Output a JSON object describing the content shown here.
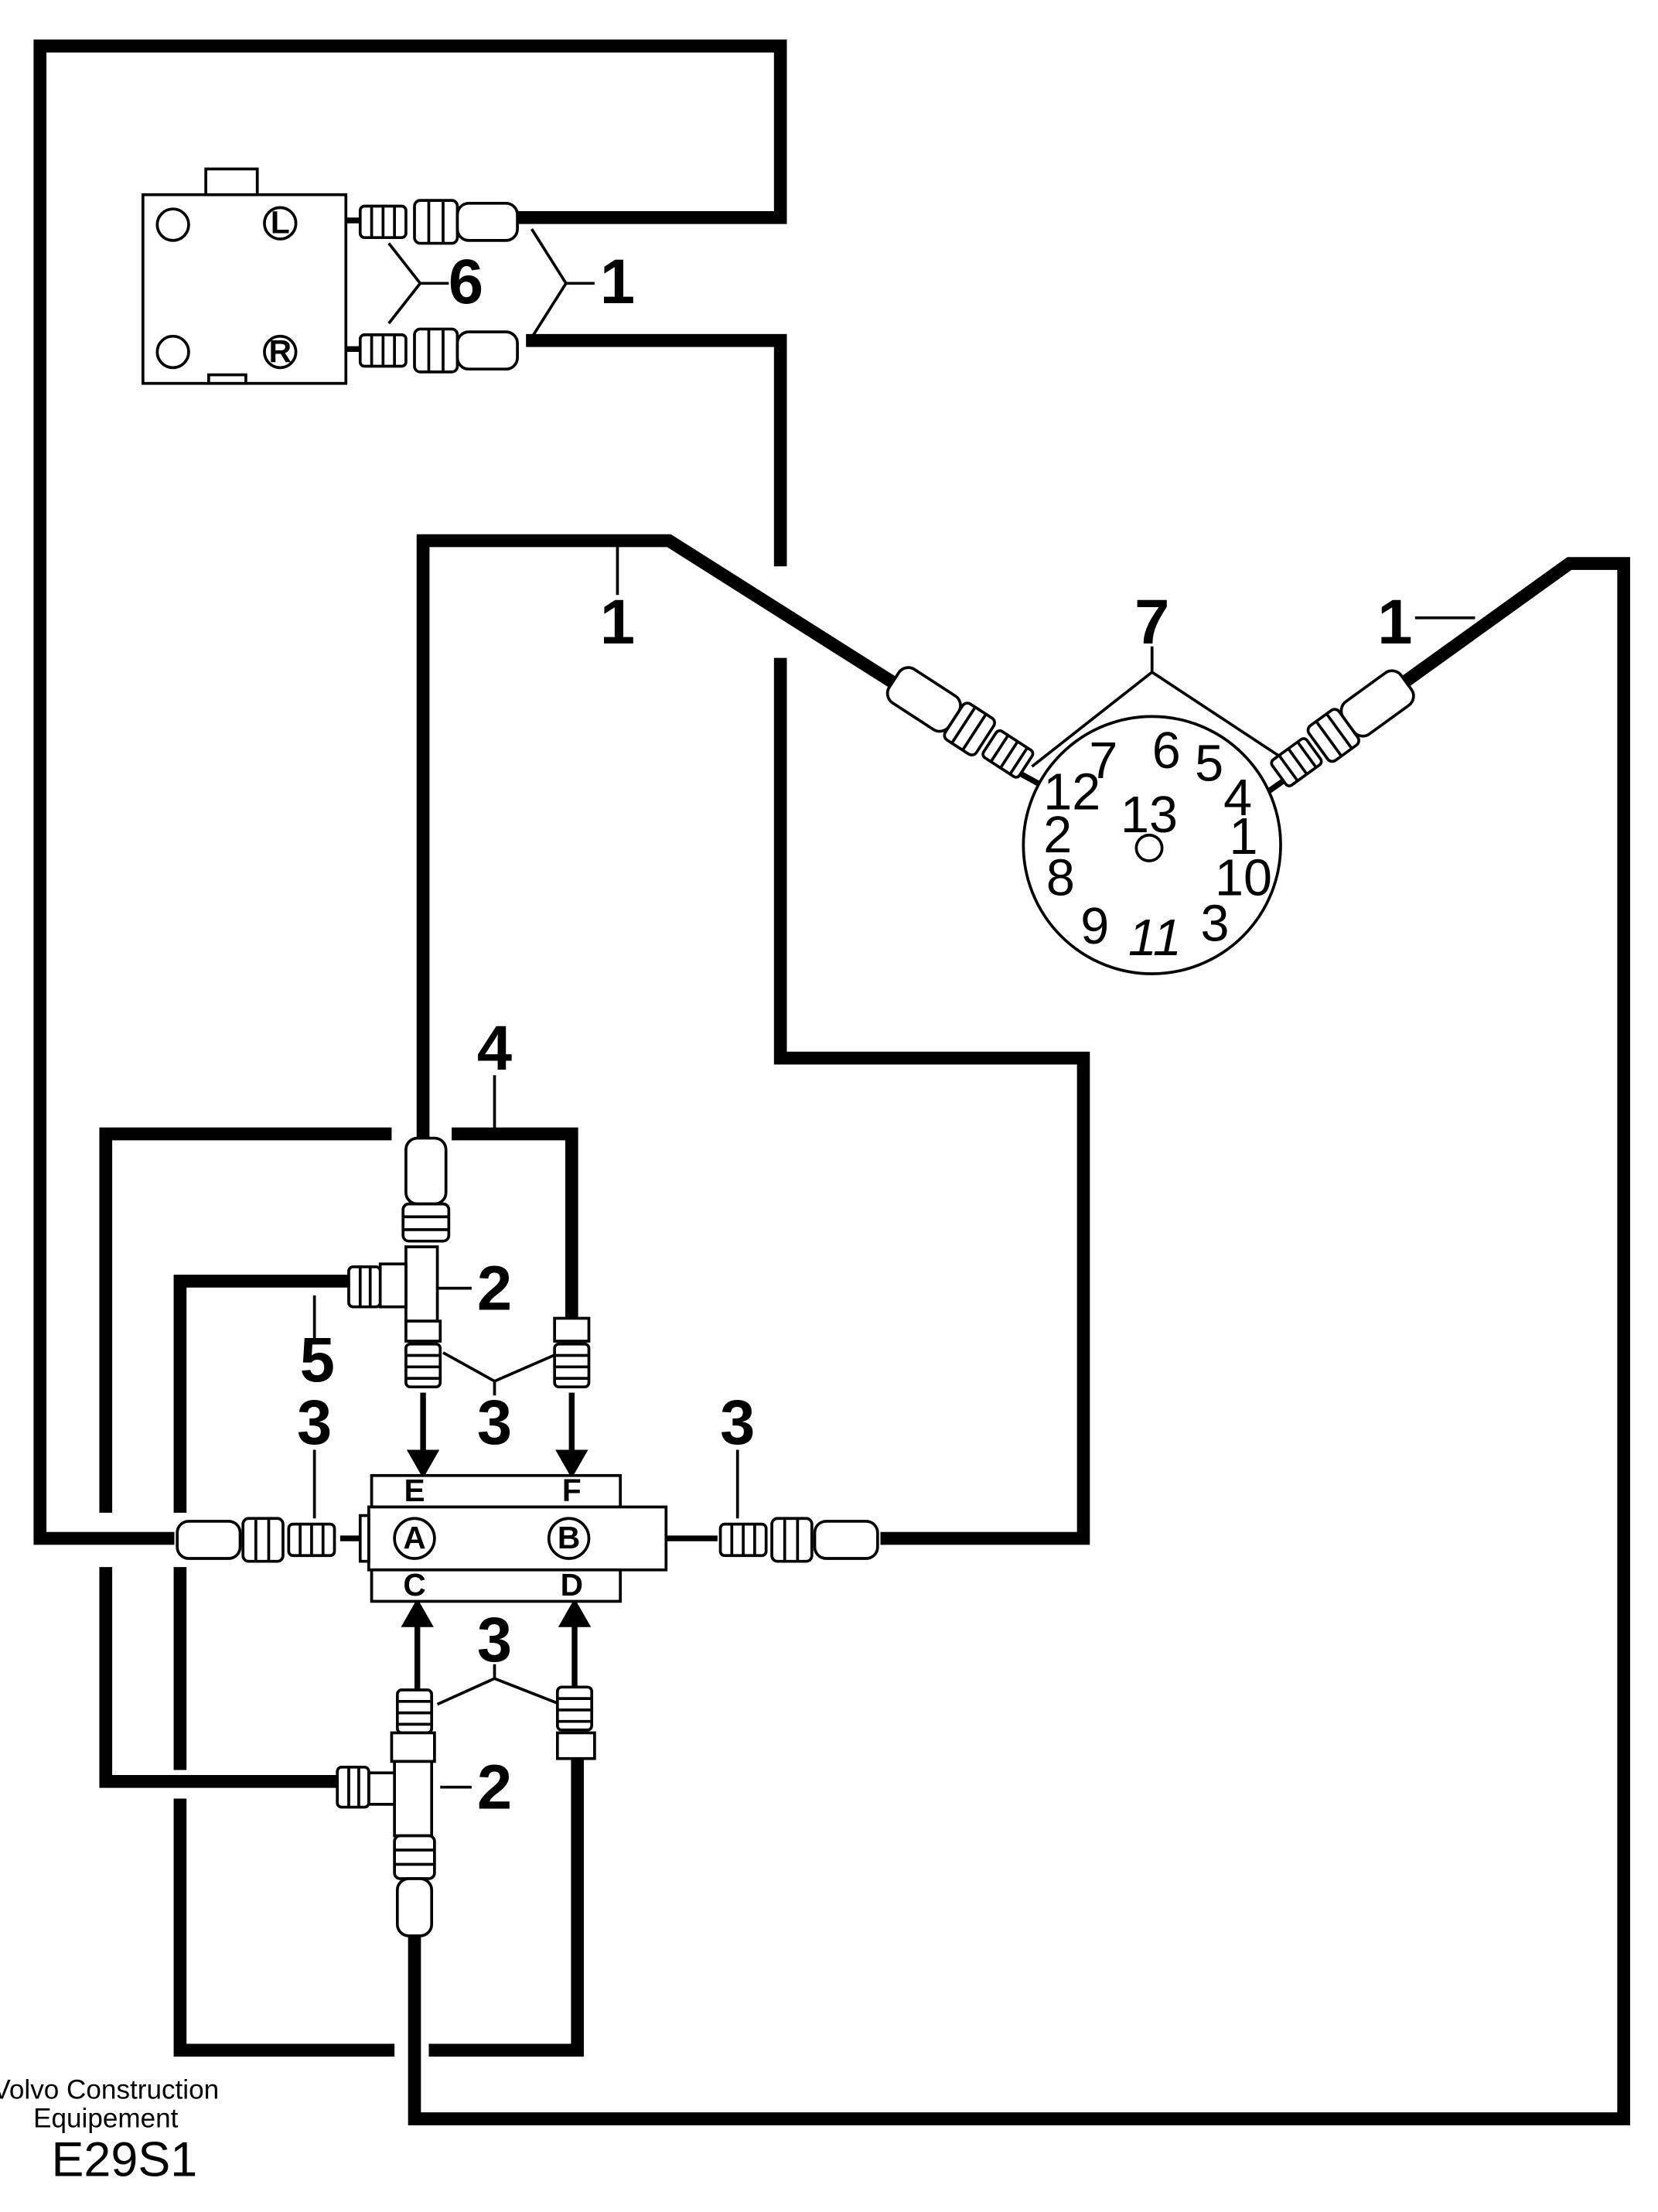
{
  "callouts": {
    "hose_top": "1",
    "fitting_top": "6",
    "hose_mid_left": "1",
    "connector": "7",
    "hose_mid_right": "1",
    "hose_4": "4",
    "tee_top": "2",
    "hose_5": "5",
    "nipple_left": "3",
    "nipples_top": "3",
    "nipple_right": "3",
    "nipples_bottom": "3",
    "tee_bottom": "2"
  },
  "switch_ports": {
    "left": "L",
    "right": "R"
  },
  "valve_ports": {
    "e": "E",
    "f": "F",
    "a": "A",
    "b": "B",
    "c": "C",
    "d": "D"
  },
  "connector_pins": [
    "7",
    "6",
    "5",
    "12",
    "13",
    "4",
    "2",
    "1",
    "8",
    "10",
    "9",
    "11",
    "3"
  ],
  "footer": {
    "brand_line1": "Volvo Construction",
    "brand_line2": "Equipement",
    "figure_id": "E29S1"
  }
}
